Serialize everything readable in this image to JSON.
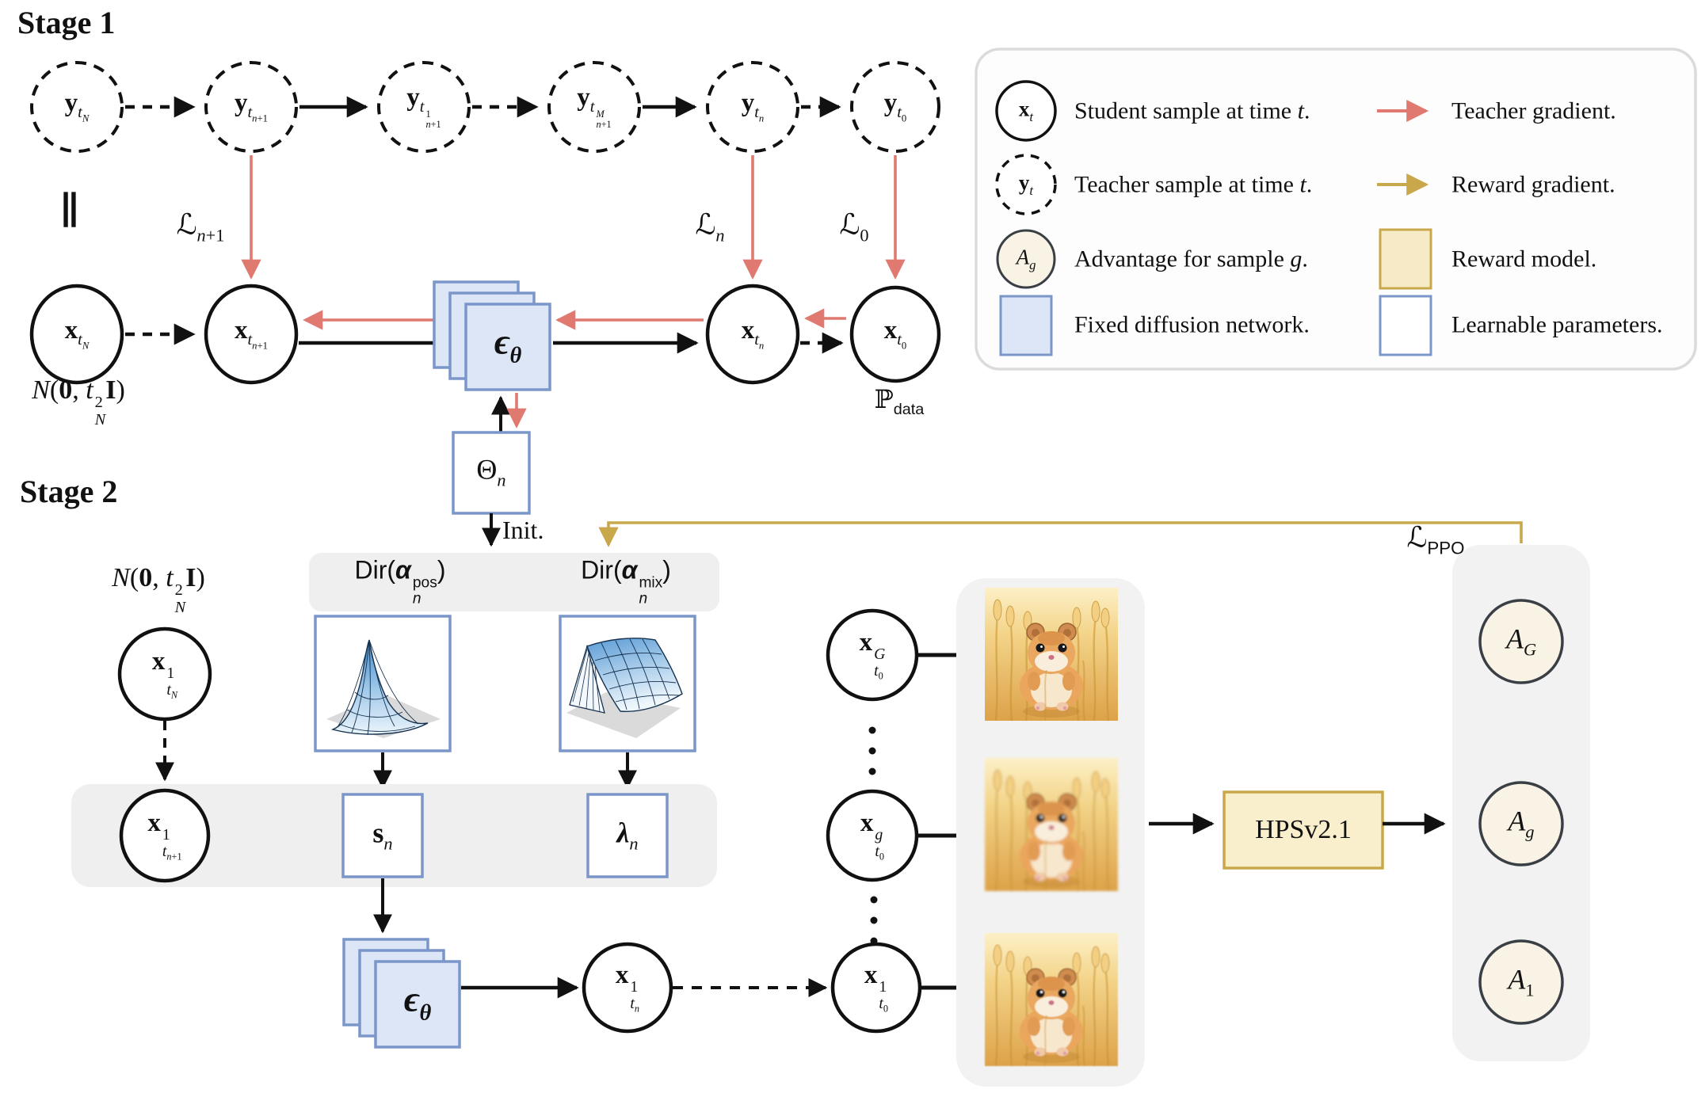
{
  "colors": {
    "teacher_gradient": "#e0796f",
    "reward_gradient": "#c9a84c",
    "fixed_network_fill": "#dce6f6",
    "network_border": "#7b96c8",
    "reward_model_fill": "#f6ebc6",
    "reward_model_border": "#c9a84c",
    "panel_gray": "#f2f2f2",
    "band_gray": "#efeff0",
    "advantage_fill": "#f8f3e4",
    "ink": "#111111"
  },
  "stage1": {
    "title": "Stage 1",
    "equiv": "∥",
    "teacher_nodes": [
      "<b>y</b><sub><i>t</i><sub><i>N</i></sub></sub>",
      "<b>y</b><sub><i>t</i><sub><i>n</i>+1</sub></sub>",
      "<b>y</b><sub><i>t</i><span class='ss'><span>1</span><span><i>n</i>+1</span></span></sub>",
      "<b>y</b><sub><i>t</i><span class='ss'><span><i>M</i></span><span><i>n</i>+1</span></span></sub>",
      "<b>y</b><sub><i>t</i><sub><i>n</i></sub></sub>",
      "<b>y</b><sub><i>t</i><sub>0</sub></sub>"
    ],
    "student_nodes": [
      "<b>x</b><sub><i>t</i><sub><i>N</i></sub></sub>",
      "<b>x</b><sub><i>t</i><sub><i>n</i>+1</sub></sub>",
      "<b>x</b><sub><i>t</i><sub><i>n</i></sub></sub>",
      "<b>x</b><sub><i>t</i><sub>0</sub></sub>"
    ],
    "losses": [
      "ℒ<sub><i>n</i>+1</sub>",
      "ℒ<sub><i>n</i></sub>",
      "ℒ<sub>0</sub>"
    ],
    "noise": "<i>N</i>(<b>0</b>, <i>t</i><span class='ss'><span>2</span><span><i>N</i></span></span><b>I</b>)",
    "pdata": "ℙ<sub><span class='sans'>data</span></sub>",
    "network": "ϵ<sub><i>θ</i></sub>",
    "theta": "Θ<sub><i>n</i></sub>",
    "init": "Init."
  },
  "stage2": {
    "title": "Stage 2",
    "noise": "<i>N</i>(<b>0</b>, <i>t</i><span class='ss'><span>2</span><span><i>N</i></span></span><b>I</b>)",
    "x_tN": "<b>x</b><span class='ss'><span>1</span><span><i>t</i><sub><i>N</i></sub></span></span>",
    "x_tn1": "<b>x</b><span class='ss'><span>1</span><span><i>t</i><sub><i>n</i>+1</sub></span></span>",
    "x_tn": "<b>x</b><span class='ss'><span>1</span><span><i>t</i><sub><i>n</i></sub></span></span>",
    "x_t0": "<b>x</b><span class='ss'><span>1</span><span><i>t</i><sub>0</sub></span></span>",
    "x_G": "<b>x</b><span class='ss'><span><i>G</i></span><span><i>t</i><sub>0</sub></span></span>",
    "x_g": "<b>x</b><span class='ss'><span><i>g</i></span><span><i>t</i><sub>0</sub></span></span>",
    "dir_pos": "<span class='sans'>Dir(</span><b><i>α</i></b><span class='ss'><span class='sans'>pos</span><span><i>n</i></span></span><span class='sans'>)</span>",
    "dir_mix": "<span class='sans'>Dir(</span><b><i>α</i></b><span class='ss'><span class='sans'>mix</span><span><i>n</i></span></span><span class='sans'>)</span>",
    "s": "<b>s</b><sub><i>n</i></sub>",
    "lambda": "<b><i>λ</i></b><sub><i>n</i></sub>",
    "network": "ϵ<sub><i>θ</i></sub>",
    "hps": "HPSv2.1",
    "ppo": "ℒ<sub><span class='sans'>PPO</span></sub>",
    "advantages": [
      "<i>A</i><sub><i>G</i></sub>",
      "<i>A</i><sub><i>g</i></sub>",
      "<i>A</i><sub>1</sub>"
    ]
  },
  "legend": {
    "rows": [
      {
        "symbol": "<b>x</b><sub><i>t</i></sub>",
        "left": "Student sample at time <i>t</i>.",
        "right": "Teacher gradient."
      },
      {
        "symbol": "<b>y</b><sub><i>t</i></sub>",
        "left": "Teacher sample at time <i>t</i>.",
        "right": "Reward gradient."
      },
      {
        "symbol": "<i>A</i><sub><i>g</i></sub>",
        "left": "Advantage for sample <i>g</i>.",
        "right": "Reward model."
      },
      {
        "symbol": "",
        "left": "Fixed diffusion network.",
        "right": "Learnable parameters."
      }
    ]
  }
}
